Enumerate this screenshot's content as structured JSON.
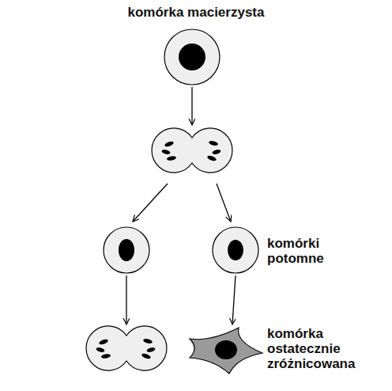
{
  "diagram": {
    "nodes": [
      {
        "text": [
          "komórka macierzysta"
        ]
      },
      {
        "text": [
          "komórka ostatecznie zróżnicowana"
        ]
      }
    ],
    "labels": [
      "komórki potomne"
    ]
  }
}
